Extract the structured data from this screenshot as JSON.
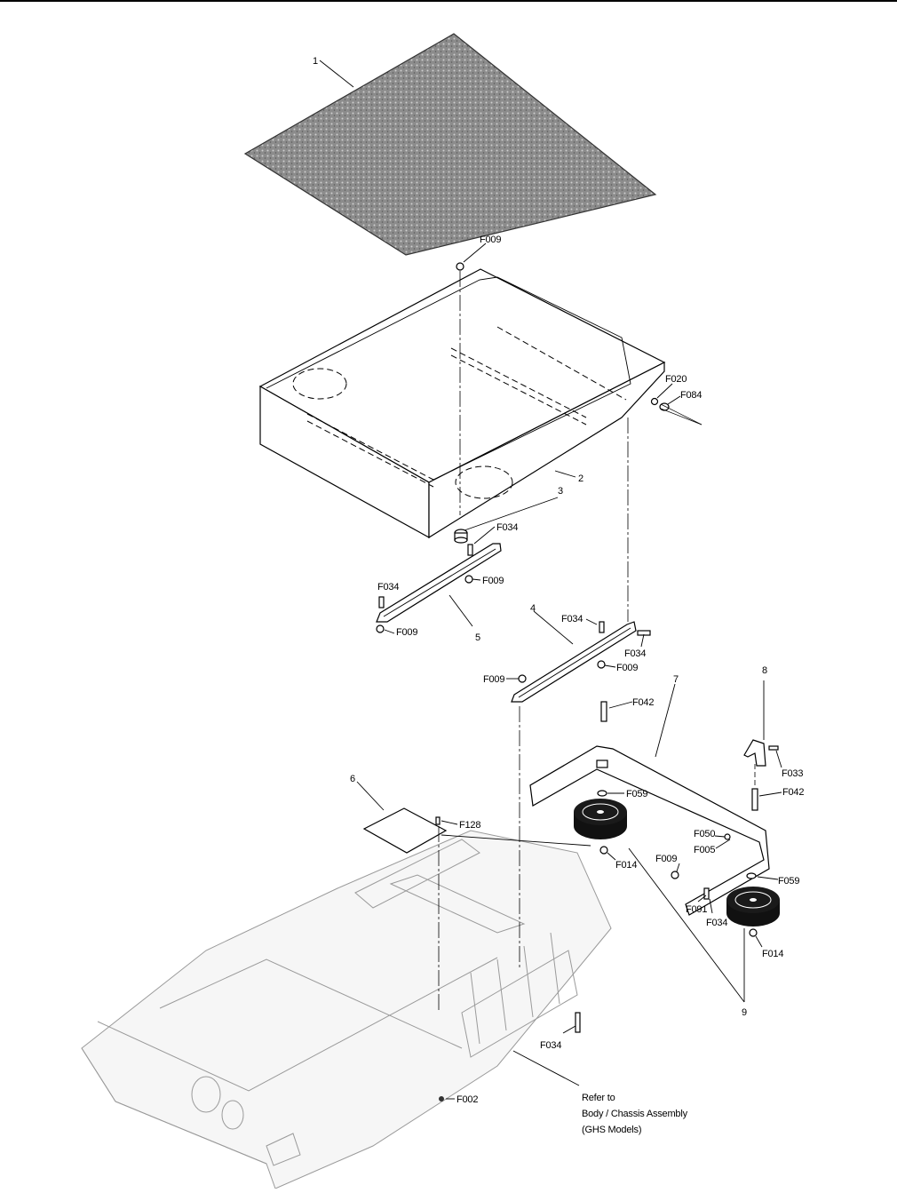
{
  "diagram": {
    "item_labels": [
      "1",
      "2",
      "3",
      "4",
      "5",
      "6",
      "7",
      "8",
      "9"
    ],
    "fastener_labels": {
      "f009_top": "F009",
      "f020": "F020",
      "f084": "F084",
      "f034_a": "F034",
      "f034_b": "F034",
      "f009_a": "F009",
      "f009_b": "F009",
      "f034_c": "F034",
      "f034_d": "F034",
      "f009_c": "F009",
      "f009_d": "F009",
      "f042_a": "F042",
      "f033": "F033",
      "f042_b": "F042",
      "f059_a": "F059",
      "f128": "F128",
      "f050": "F050",
      "f005": "F005",
      "f014_a": "F014",
      "f009_e": "F009",
      "f059_b": "F059",
      "f091": "F091",
      "f034_e": "F034",
      "f014_b": "F014",
      "f034_f": "F034",
      "f002": "F002"
    },
    "reference_note": [
      "Refer to",
      "Body / Chassis Assembly",
      "(GHS Models)"
    ]
  }
}
